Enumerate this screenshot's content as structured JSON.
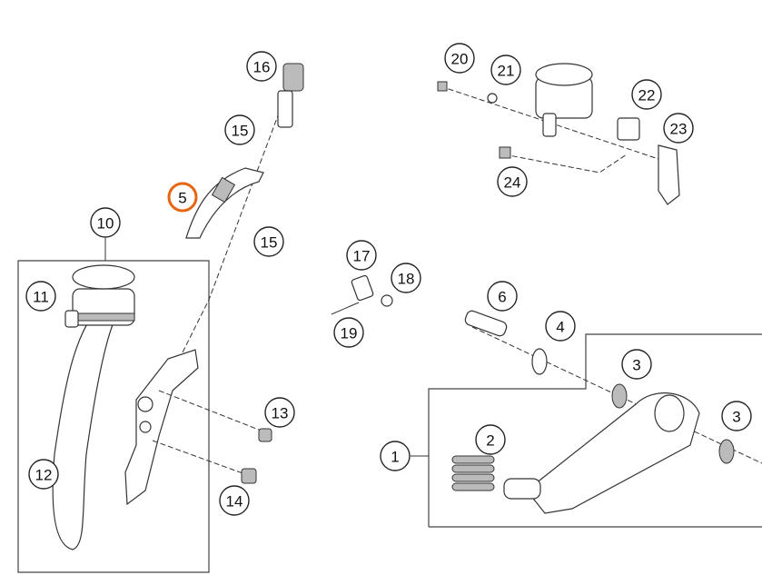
{
  "diagram": {
    "highlight_color": "#e8650f",
    "callouts": [
      {
        "id": "c16",
        "label": "16"
      },
      {
        "id": "c15a",
        "label": "15"
      },
      {
        "id": "c5",
        "label": "5",
        "highlighted": true
      },
      {
        "id": "c15b",
        "label": "15"
      },
      {
        "id": "c10",
        "label": "10"
      },
      {
        "id": "c11",
        "label": "11"
      },
      {
        "id": "c13",
        "label": "13"
      },
      {
        "id": "c12",
        "label": "12"
      },
      {
        "id": "c14",
        "label": "14"
      },
      {
        "id": "c17",
        "label": "17"
      },
      {
        "id": "c18",
        "label": "18"
      },
      {
        "id": "c19",
        "label": "19"
      },
      {
        "id": "c20",
        "label": "20"
      },
      {
        "id": "c21",
        "label": "21"
      },
      {
        "id": "c22",
        "label": "22"
      },
      {
        "id": "c23",
        "label": "23"
      },
      {
        "id": "c24",
        "label": "24"
      },
      {
        "id": "c6",
        "label": "6"
      },
      {
        "id": "c4",
        "label": "4"
      },
      {
        "id": "c3a",
        "label": "3"
      },
      {
        "id": "c3b",
        "label": "3"
      },
      {
        "id": "c2",
        "label": "2"
      },
      {
        "id": "c1",
        "label": "1"
      }
    ]
  }
}
